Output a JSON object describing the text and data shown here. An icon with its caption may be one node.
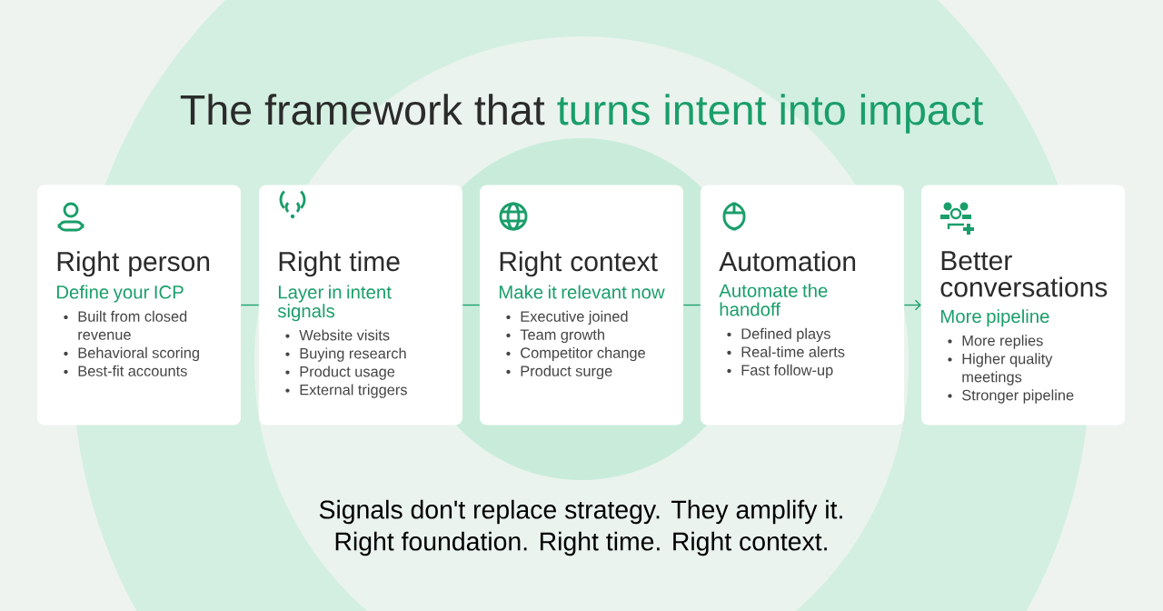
{
  "diagram": {
    "title": "The framework that **turns intent into impact**",
    "nodes": [
      {
        "text": [
          "Right person",
          "Define your ICP",
          "Built from closed revenue",
          "Behavioral scoring",
          "Best-fit accounts"
        ]
      },
      {
        "text": [
          "Right time",
          "Layer in intent signals",
          "Website visits",
          "Buying research",
          "Product usage",
          "External triggers"
        ]
      },
      {
        "text": [
          "Right context",
          "Make it relevant now",
          "Executive joined",
          "Team growth",
          "Competitor change",
          "Product surge"
        ]
      },
      {
        "text": [
          "Automation",
          "Automate the handoff",
          "Defined plays",
          "Real-time alerts",
          "Fast follow-up"
        ]
      },
      {
        "text": [
          "Better conversations",
          "More pipeline",
          "More replies",
          "Higher quality meetings",
          "Stronger pipeline"
        ]
      }
    ],
    "edges": [
      {
        "from": 0,
        "to": 1,
        "arrow": "none"
      },
      {
        "from": 1,
        "to": 2,
        "arrow": "none"
      },
      {
        "from": 2,
        "to": 3,
        "arrow": "none"
      },
      {
        "from": 3,
        "to": 4,
        "arrow": "to"
      }
    ],
    "labels": [
      "Signals don't replace strategy. They amplify it.",
      "Right foundation. Right time. Right context."
    ]
  }
}
